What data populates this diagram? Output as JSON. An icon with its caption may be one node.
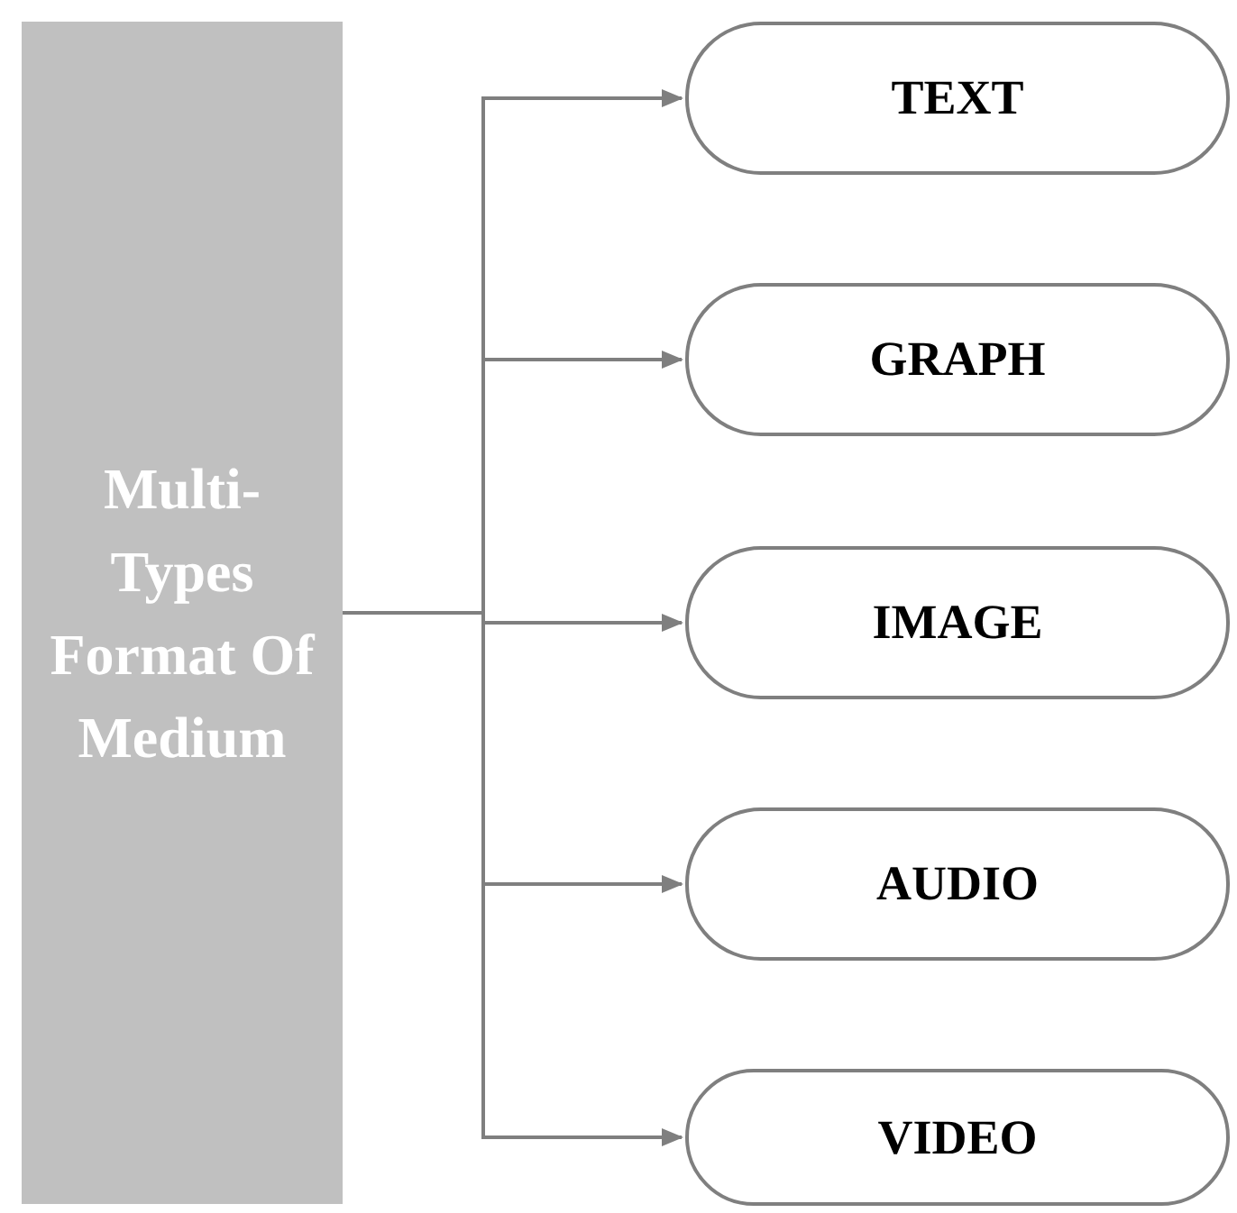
{
  "diagram": {
    "nodes": [
      {
        "text": [
          "Multi-Types Format Of Medium"
        ]
      },
      {
        "text": [
          "TEXT"
        ]
      },
      {
        "text": [
          "GRAPH"
        ]
      },
      {
        "text": [
          "IMAGE"
        ]
      },
      {
        "text": [
          "AUDIO"
        ]
      },
      {
        "text": [
          "VIDEO"
        ]
      }
    ],
    "edges": [
      {
        "from": 0,
        "to": 1,
        "arrow": "to"
      },
      {
        "from": 0,
        "to": 2,
        "arrow": "to"
      },
      {
        "from": 0,
        "to": 3,
        "arrow": "to"
      },
      {
        "from": 0,
        "to": 4,
        "arrow": "to"
      },
      {
        "from": 0,
        "to": 5,
        "arrow": "to"
      }
    ]
  }
}
